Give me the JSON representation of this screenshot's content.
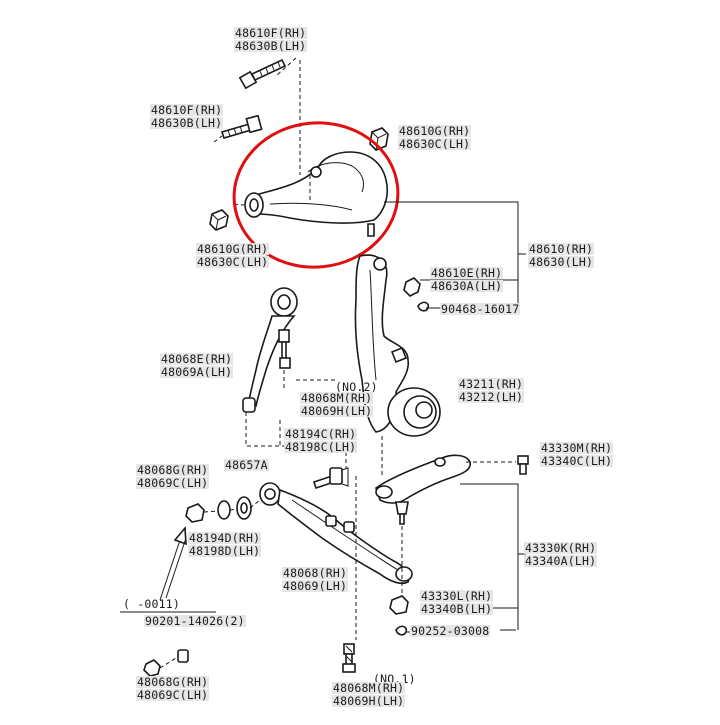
{
  "diagram": {
    "labels": {
      "top_bolt_rh": "48610F(RH)",
      "top_bolt_lh": "48630B(LH)",
      "left_bolt_rh": "48610F(RH)",
      "left_bolt_lh": "48630B(LH)",
      "nut_right_rh": "48610G(RH)",
      "nut_right_lh": "48630C(LH)",
      "nut_left_rh": "48610G(RH)",
      "nut_left_lh": "48630C(LH)",
      "arm_rh": "48610(RH)",
      "arm_lh": "48630(LH)",
      "balljoint_nut_rh": "48610E(RH)",
      "balljoint_nut_lh": "48630A(LH)",
      "cotter_pin": "90468-16017",
      "strut_rod_rh": "48068E(RH)",
      "strut_rod_lh": "48069A(LH)",
      "no2": "(NO.2)",
      "bolt_m_rh": "48068M(RH)",
      "bolt_h_lh": "48069H(LH)",
      "knuckle_rh": "43211(RH)",
      "knuckle_lh": "43212(LH)",
      "cam_rh": "48194C(RH)",
      "cam_lh": "48198C(LH)",
      "lower_nut_rh": "48068G(RH)",
      "lower_nut_lh": "48069C(LH)",
      "bushing": "48657A",
      "washer_rh": "48194D(RH)",
      "washer_lh": "48198D(LH)",
      "lower_arm_rh": "48068(RH)",
      "lower_arm_lh": "48069(LH)",
      "bj_bolt_rh": "43330M(RH)",
      "bj_bolt_lh": "43340C(LH)",
      "bj_rh": "43330K(RH)",
      "bj_lh": "43340A(LH)",
      "bj_nut_rh": "43330L(RH)",
      "bj_nut_lh": "43340B(LH)",
      "bj_cotter": "90252-03008",
      "range": "(    -0011)",
      "nut_code": "90201-14026(2)",
      "bottom_nut_rh": "48068G(RH)",
      "bottom_nut_lh": "48069C(LH)",
      "no1": "(NO.1)",
      "bottom_bolt_rh": "48068M(RH)",
      "bottom_bolt_lh": "48069H(LH)"
    },
    "highlight_color": "#e01010"
  }
}
